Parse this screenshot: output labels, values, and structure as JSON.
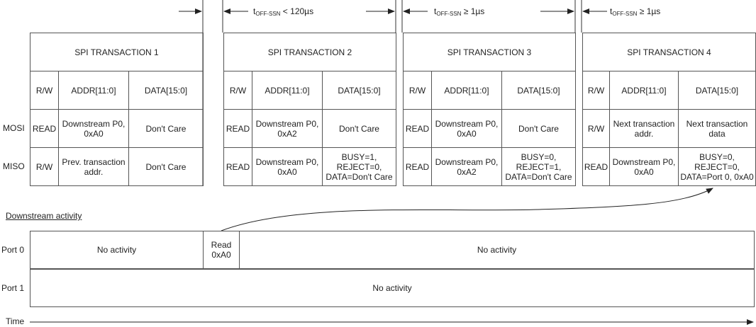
{
  "timings": [
    {
      "t": "t",
      "sub": "OFF-SSN",
      "rel": "< 120µs"
    },
    {
      "t": "t",
      "sub": "OFF-SSN",
      "rel": "≥  1µs"
    },
    {
      "t": "t",
      "sub": "OFF-SSN",
      "rel": "≥  1µs"
    }
  ],
  "row_labels": {
    "mosi": "MOSI",
    "miso": "MISO"
  },
  "transactions": [
    {
      "title": "SPI TRANSACTION 1",
      "headers": [
        "R/W",
        "ADDR[11:0]",
        "DATA[15:0]"
      ],
      "mosi": [
        "READ",
        "Downstream P0,\n0xA0",
        "Don't Care"
      ],
      "miso": [
        "R/W",
        "Prev. transaction\naddr.",
        "Don't Care"
      ]
    },
    {
      "title": "SPI TRANSACTION 2",
      "headers": [
        "R/W",
        "ADDR[11:0]",
        "DATA[15:0]"
      ],
      "mosi": [
        "READ",
        "Downstream P0,\n0xA2",
        "Don't Care"
      ],
      "miso": [
        "READ",
        "Downstream P0,\n0xA0",
        "BUSY=1,\nREJECT=0,\nDATA=Don't Care"
      ]
    },
    {
      "title": "SPI TRANSACTION 3",
      "headers": [
        "R/W",
        "ADDR[11:0]",
        "DATA[15:0]"
      ],
      "mosi": [
        "READ",
        "Downstream P0,\n0xA0",
        "Don't Care"
      ],
      "miso": [
        "READ",
        "Downstream P0,\n0xA2",
        "BUSY=0,\nREJECT=1,\nDATA=Don't Care"
      ]
    },
    {
      "title": "SPI TRANSACTION 4",
      "headers": [
        "R/W",
        "ADDR[11:0]",
        "DATA[15:0]"
      ],
      "mosi": [
        "R/W",
        "Next transaction\naddr.",
        "Next transaction\ndata"
      ],
      "miso": [
        "READ",
        "Downstream P0,\n0xA0",
        "BUSY=0,\nREJECT=0,\nDATA=Port 0, 0xA0"
      ]
    }
  ],
  "downstream": {
    "title": "Downstream activity",
    "port0_label": "Port 0",
    "port0_segments": [
      "No activity",
      "Read\n0xA0",
      "No activity"
    ],
    "port1_label": "Port 1",
    "port1_segments": [
      "No activity"
    ]
  },
  "time_label": "Time"
}
